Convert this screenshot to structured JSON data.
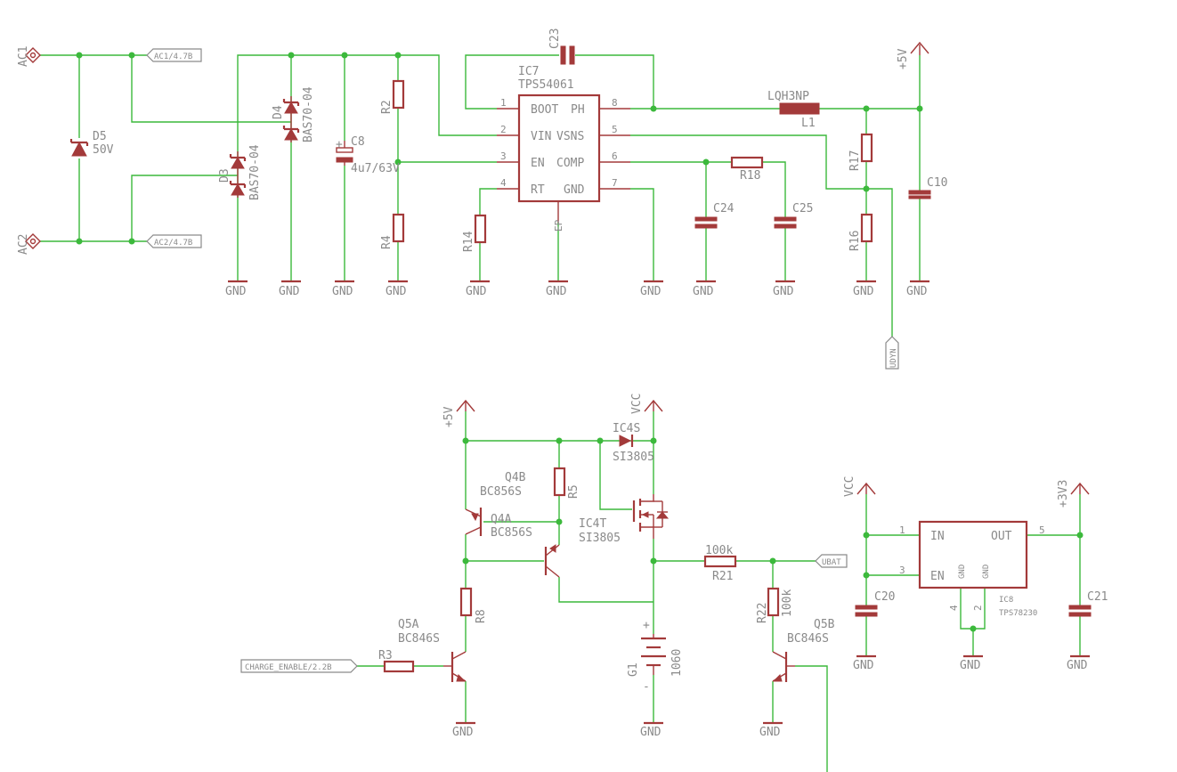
{
  "connectors": {
    "ac1": "AC1",
    "ac2": "AC2"
  },
  "labels": {
    "ac1_flag": "AC1/4.7B",
    "ac2_flag": "AC2/4.7B",
    "udyn": "UDYN",
    "ubat": "UBAT",
    "charge_enable": "CHARGE_ENABLE/2.2B"
  },
  "supplies": {
    "p5v": "+5V",
    "vcc": "VCC",
    "p3v3": "+3V3",
    "gnd": "GND"
  },
  "parts": {
    "d5": {
      "name": "D5",
      "value": "50V"
    },
    "d3": {
      "name": "D3",
      "value": "BAS70-04"
    },
    "d4": {
      "name": "D4",
      "value": "BAS70-04"
    },
    "c8": {
      "name": "C8",
      "value": "4u7/63V"
    },
    "r2": {
      "name": "R2"
    },
    "r4": {
      "name": "R4"
    },
    "ic7": {
      "name": "IC7",
      "value": "TPS54061"
    },
    "c23": {
      "name": "C23"
    },
    "r14": {
      "name": "R14"
    },
    "r18": {
      "name": "R18"
    },
    "c24": {
      "name": "C24"
    },
    "c25": {
      "name": "C25"
    },
    "l1": {
      "name": "L1",
      "value": "LQH3NP"
    },
    "r17": {
      "name": "R17"
    },
    "r16": {
      "name": "R16"
    },
    "c10": {
      "name": "C10"
    },
    "q4a": {
      "name": "Q4A",
      "value": "BC856S"
    },
    "q4b": {
      "name": "Q4B",
      "value": "BC856S"
    },
    "r5": {
      "name": "R5"
    },
    "r8": {
      "name": "R8"
    },
    "r3": {
      "name": "R3"
    },
    "q5a": {
      "name": "Q5A",
      "value": "BC846S"
    },
    "q5b": {
      "name": "Q5B",
      "value": "BC846S"
    },
    "ic4s": {
      "name": "IC4S",
      "value": "SI3805"
    },
    "ic4t": {
      "name": "IC4T",
      "value": "SI3805"
    },
    "g1": {
      "name": "G1",
      "value": "1060",
      "plus": "+",
      "minus": "-"
    },
    "r21": {
      "name": "R21",
      "value": "100k"
    },
    "r22": {
      "name": "R22",
      "value": "100k"
    },
    "ic8": {
      "name": "IC8",
      "value": "TPS78230"
    },
    "c20": {
      "name": "C20"
    },
    "c21": {
      "name": "C21"
    }
  },
  "ic7_pins": {
    "boot": "BOOT",
    "vin": "VIN",
    "en": "EN",
    "rt": "RT",
    "ph": "PH",
    "vsns": "VSNS",
    "comp": "COMP",
    "gnd": "GND",
    "ep": "EP",
    "n1": "1",
    "n2": "2",
    "n3": "3",
    "n4": "4",
    "n5": "5",
    "n6": "6",
    "n7": "7",
    "n8": "8"
  },
  "ic8_pins": {
    "in": "IN",
    "en": "EN",
    "out": "OUT",
    "gnd": "GND",
    "n1": "1",
    "n2": "2",
    "n3": "3",
    "n4": "4",
    "n5": "5"
  }
}
